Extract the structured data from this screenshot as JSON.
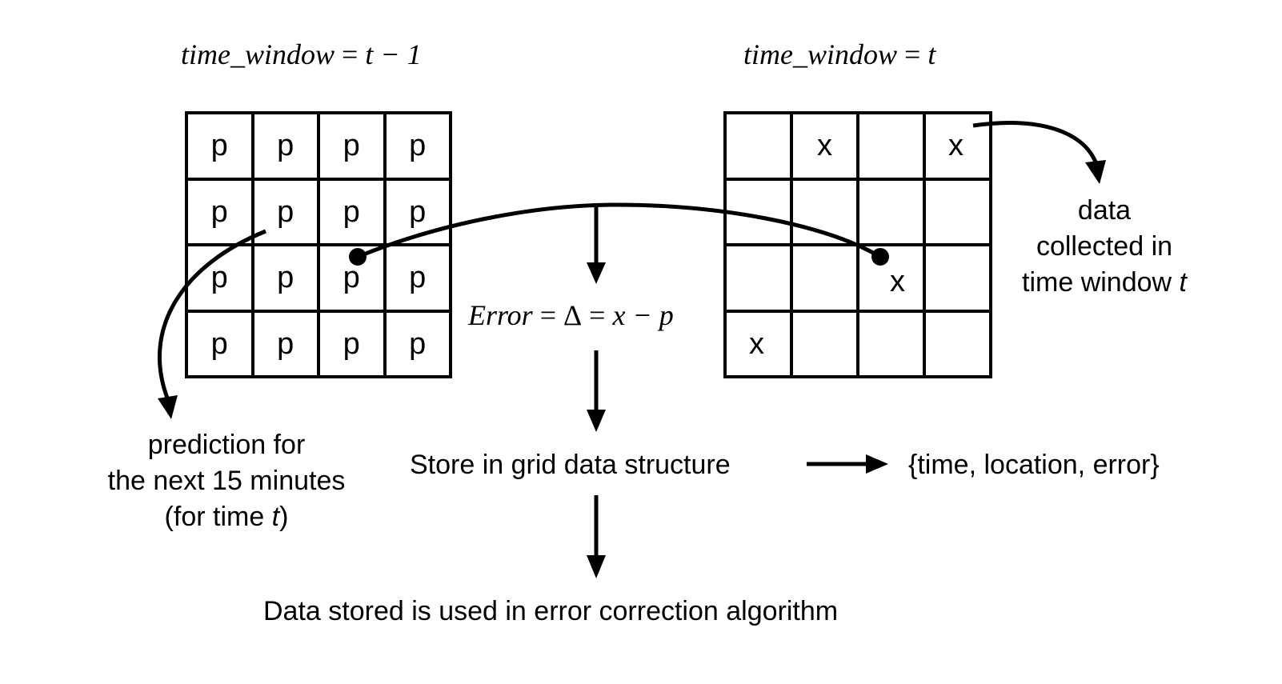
{
  "left_grid": {
    "title_var": "time_window",
    "title_eq": "=",
    "title_value": "t − 1",
    "cells": [
      "p",
      "p",
      "p",
      "p",
      "p",
      "p",
      "p",
      "p",
      "p",
      "p",
      "p",
      "p",
      "p",
      "p",
      "p",
      "p"
    ]
  },
  "right_grid": {
    "title_var": "time_window",
    "title_eq": "=",
    "title_value": "t",
    "cells": [
      "",
      "x",
      "",
      "x",
      "",
      "",
      "",
      "",
      "",
      "",
      "x",
      "",
      "x",
      "",
      "",
      ""
    ]
  },
  "error_formula": {
    "lhs": "Error",
    "eq1": "=",
    "delta": "Δ",
    "eq2": "=",
    "rhs": "x − p"
  },
  "prediction_label": {
    "line1": "prediction for",
    "line2": "the next 15 minutes",
    "line3_prefix": "(for time ",
    "line3_var": "t",
    "line3_suffix": ")"
  },
  "data_label": {
    "line1": "data",
    "line2": "collected in",
    "line3_prefix": "time window ",
    "line3_var": "t"
  },
  "store_label": "Store in grid data structure",
  "tuple_label": "{time, location, error}",
  "bottom_label": "Data stored is used in error correction algorithm"
}
